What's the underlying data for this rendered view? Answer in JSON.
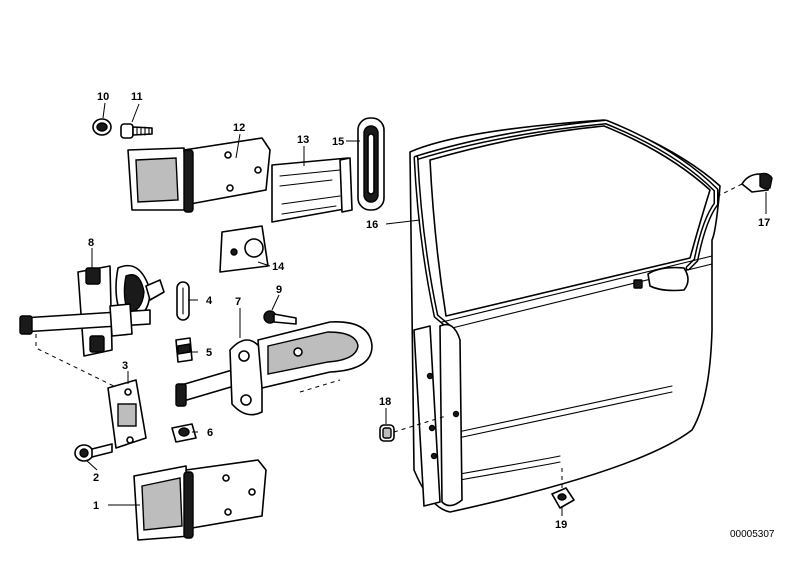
{
  "diagram": {
    "document_number": "00005307",
    "callouts": [
      "1",
      "2",
      "3",
      "4",
      "5",
      "6",
      "7",
      "8",
      "9",
      "10",
      "11",
      "12",
      "13",
      "14",
      "15",
      "16",
      "17",
      "18",
      "19"
    ]
  }
}
